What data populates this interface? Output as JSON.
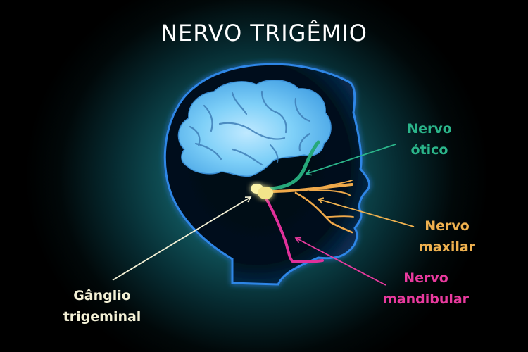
{
  "title": "NERVO TRIGÊMIO",
  "colors": {
    "background_glow": "#1d7f86",
    "head_outline": "#2a7bdc",
    "brain": "#6cc6f4",
    "nervo_otico": "#26a87a",
    "nervo_maxilar": "#efa94a",
    "nervo_mandibular": "#e0309a",
    "ganglio": "#f3eaa0",
    "title_text": "#ffffff"
  },
  "labels": {
    "otico": {
      "line1": "Nervo",
      "line2": "ótico",
      "color": "#2bb58a"
    },
    "maxilar": {
      "line1": "Nervo",
      "line2": "maxilar",
      "color": "#efb14f"
    },
    "mandibular": {
      "line1": "Nervo",
      "line2": "mandibular",
      "color": "#e93a9e"
    },
    "ganglio": {
      "line1": "Gânglio",
      "line2": "trigeminal",
      "color": "#f4f1d6"
    }
  }
}
